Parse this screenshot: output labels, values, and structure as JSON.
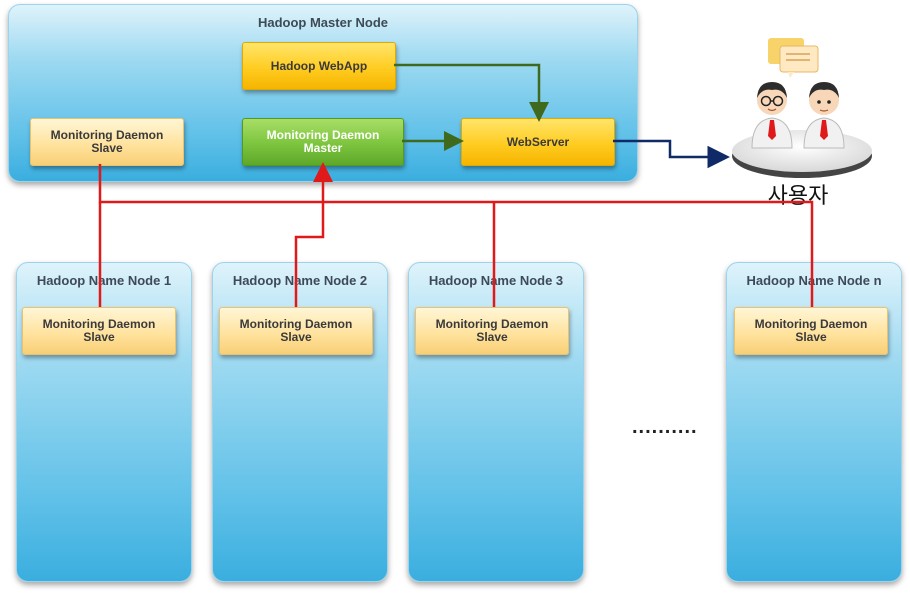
{
  "master": {
    "title": "Hadoop Master Node",
    "webapp": "Hadoop WebApp",
    "slave": [
      "Monitoring Daemon",
      "Slave"
    ],
    "master_daemon": [
      "Monitoring Daemon",
      "Master"
    ],
    "webserver": "WebServer"
  },
  "user_label": "사용자",
  "name_nodes": [
    {
      "title": "Hadoop Name Node 1",
      "daemon": [
        "Monitoring Daemon",
        "Slave"
      ]
    },
    {
      "title": "Hadoop Name Node 2",
      "daemon": [
        "Monitoring Daemon",
        "Slave"
      ]
    },
    {
      "title": "Hadoop Name Node 3",
      "daemon": [
        "Monitoring Daemon",
        "Slave"
      ]
    },
    {
      "title": "Hadoop Name Node n",
      "daemon": [
        "Monitoring Daemon",
        "Slave"
      ]
    }
  ],
  "ellipsis": "..........",
  "colors": {
    "monitoring_link": "#e0191b",
    "webapp_link": "#3f6a1e",
    "user_link": "#0f2a66"
  }
}
